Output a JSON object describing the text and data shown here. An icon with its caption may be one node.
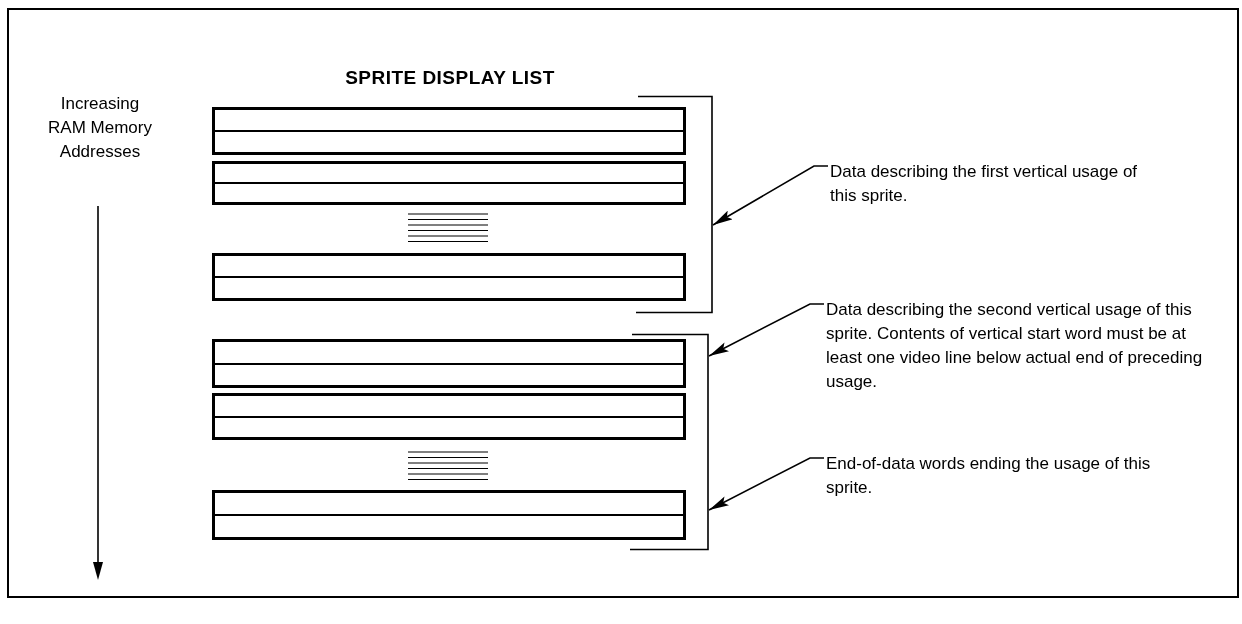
{
  "diagram": {
    "title": "SPRITE DISPLAY LIST",
    "nodes": [
      {
        "text": [],
        "shape": "bracket"
      },
      {
        "text": [],
        "shape": "bracket"
      },
      {
        "text": [
          "Data describing the first vertical usage of this sprite."
        ]
      },
      {
        "text": [
          "Data describing the second vertical usage of this sprite. Contents of vertical start word must be at least one video line below actual end of preceding usage."
        ]
      },
      {
        "text": [
          "End-of-data words ending the usage of this sprite."
        ]
      }
    ],
    "edges": [
      {
        "from": 2,
        "to": 0,
        "arrow": "to"
      },
      {
        "from": 3,
        "to": 1,
        "arrow": "to"
      },
      {
        "from": 4,
        "to": 1,
        "arrow": "to"
      }
    ],
    "labels": [
      "Increasing RAM Memory Addresses"
    ]
  }
}
